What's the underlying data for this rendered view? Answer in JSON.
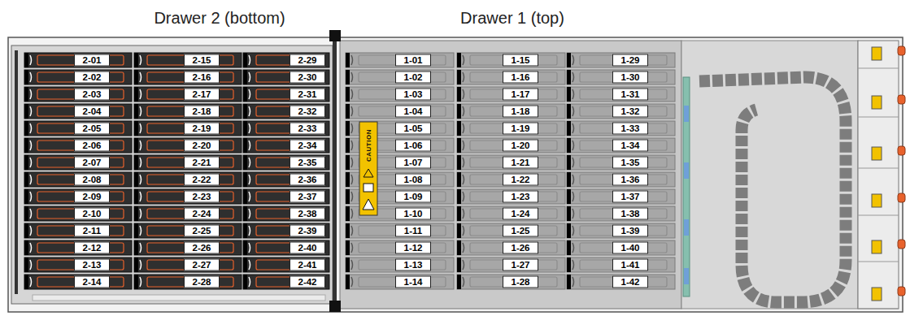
{
  "diagram": {
    "labels": [
      "Drawer 2 (bottom)",
      "Drawer 1 (top)",
      "2-01",
      "2-02",
      "2-03",
      "2-04",
      "2-05",
      "2-06",
      "2-07",
      "2-08",
      "2-09",
      "2-10",
      "2-11",
      "2-12",
      "2-13",
      "2-14",
      "2-15",
      "2-16",
      "2-17",
      "2-18",
      "2-19",
      "2-20",
      "2-21",
      "2-22",
      "2-23",
      "2-24",
      "2-25",
      "2-26",
      "2-27",
      "2-28",
      "2-29",
      "2-30",
      "2-31",
      "2-32",
      "2-33",
      "2-34",
      "2-35",
      "2-36",
      "2-37",
      "2-38",
      "2-39",
      "2-40",
      "2-41",
      "2-42",
      "1-01",
      "1-02",
      "1-03",
      "1-04",
      "1-05",
      "1-06",
      "1-07",
      "1-08",
      "1-09",
      "1-10",
      "1-11",
      "1-12",
      "1-13",
      "1-14",
      "1-15",
      "1-16",
      "1-17",
      "1-18",
      "1-19",
      "1-20",
      "1-21",
      "1-22",
      "1-23",
      "1-24",
      "1-25",
      "1-26",
      "1-27",
      "1-28",
      "1-29",
      "1-30",
      "1-31",
      "1-32",
      "1-33",
      "1-34",
      "1-35",
      "1-36",
      "1-37",
      "1-38",
      "1-39",
      "1-40",
      "1-41",
      "1-42",
      "CAUTION"
    ]
  }
}
